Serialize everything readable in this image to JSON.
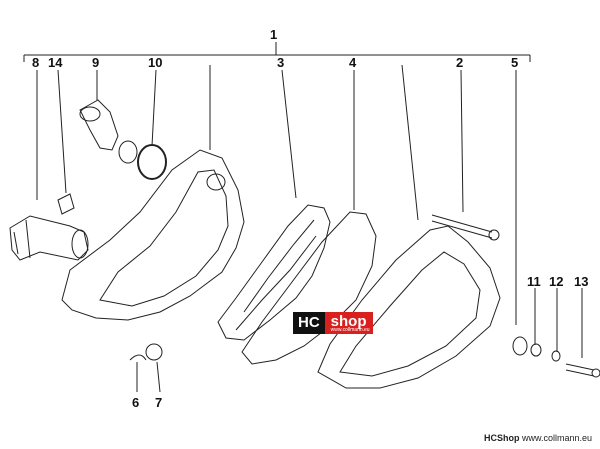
{
  "callouts": {
    "c1": "1",
    "c2": "2",
    "c3": "3",
    "c4": "4",
    "c5": "5",
    "c6": "6",
    "c7": "7",
    "c8": "8",
    "c9": "9",
    "c10": "10",
    "c11": "11",
    "c12": "12",
    "c13": "13",
    "c14": "14"
  },
  "logo": {
    "hc": "HC",
    "shop": "shop",
    "url": "www.collmann.eu"
  },
  "footer": {
    "brand": "HCShop",
    "url": "www.collmann.eu"
  },
  "colors": {
    "line": "#222222",
    "logo_black": "#111111",
    "logo_red": "#d8201f"
  }
}
